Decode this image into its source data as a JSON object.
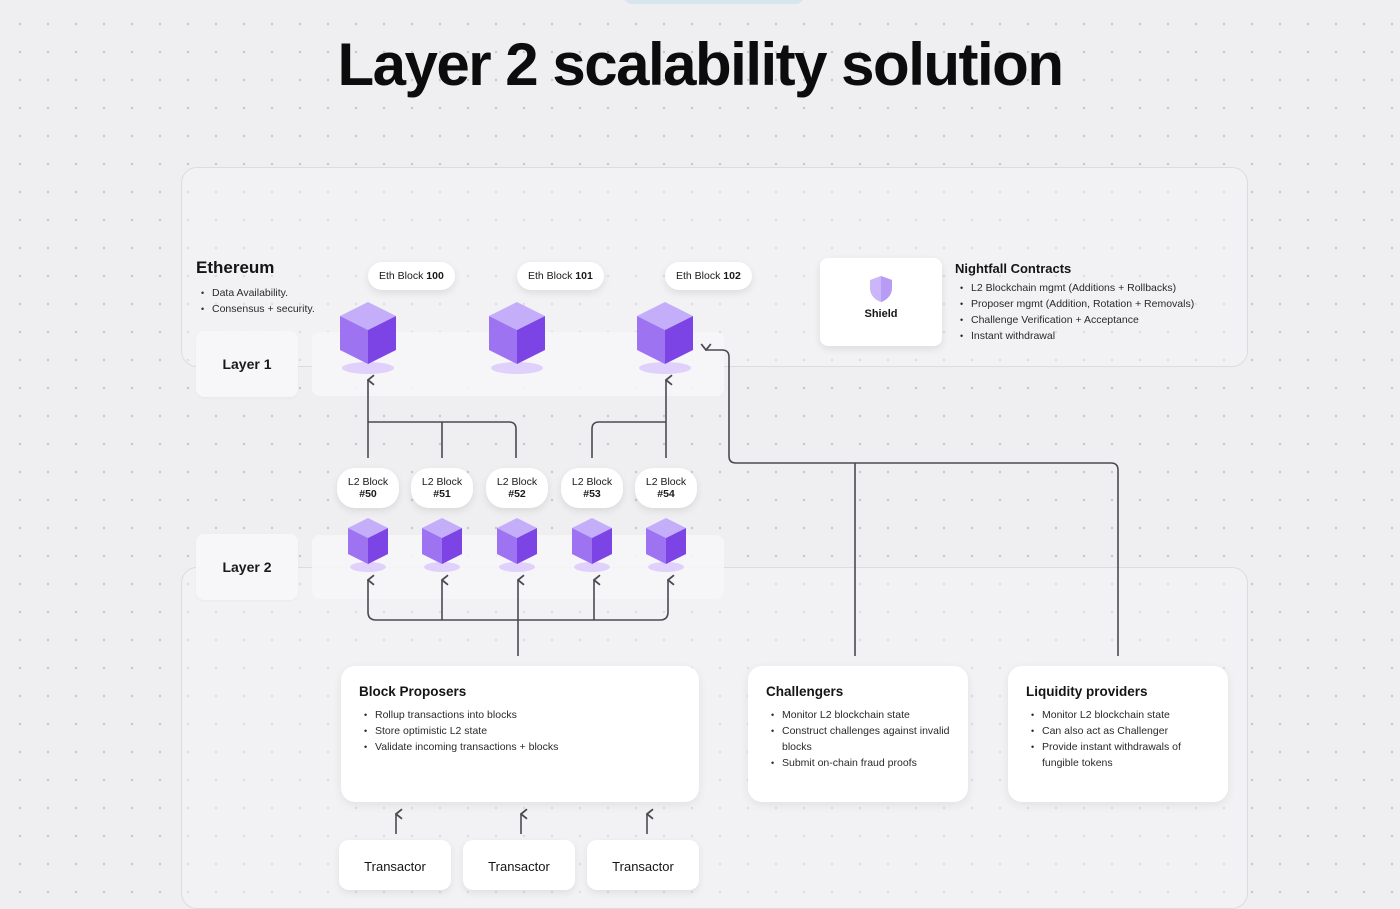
{
  "title": "Layer 2 scalability solution",
  "ethereum": {
    "heading": "Ethereum",
    "bullets": [
      "Data Availability.",
      "Consensus + security."
    ]
  },
  "layers": {
    "layer1": "Layer 1",
    "layer2": "Layer 2"
  },
  "eth_blocks": [
    {
      "prefix": "Eth Block",
      "number": "100"
    },
    {
      "prefix": "Eth Block",
      "number": "101"
    },
    {
      "prefix": "Eth Block",
      "number": "102"
    }
  ],
  "l2_blocks": [
    {
      "prefix": "L2 Block",
      "number": "#50"
    },
    {
      "prefix": "L2 Block",
      "number": "#51"
    },
    {
      "prefix": "L2 Block",
      "number": "#52"
    },
    {
      "prefix": "L2 Block",
      "number": "#53"
    },
    {
      "prefix": "L2 Block",
      "number": "#54"
    }
  ],
  "shield": {
    "label": "Shield",
    "icon": "shield-icon"
  },
  "nightfall": {
    "heading": "Nightfall Contracts",
    "bullets": [
      "L2 Blockchain mgmt (Additions + Rollbacks)",
      "Proposer mgmt (Addition, Rotation + Removals)",
      "Challenge Verification + Acceptance",
      "Instant withdrawal"
    ]
  },
  "block_proposers": {
    "heading": "Block Proposers",
    "bullets": [
      "Rollup transactions into blocks",
      "Store optimistic L2 state",
      "Validate incoming transactions + blocks"
    ]
  },
  "challengers": {
    "heading": "Challengers",
    "bullets": [
      "Monitor L2 blockchain state",
      "Construct challenges against invalid blocks",
      "Submit on-chain fraud proofs"
    ]
  },
  "liquidity": {
    "heading": "Liquidity providers",
    "bullets": [
      "Monitor L2 blockchain state",
      "Can also act as Challenger",
      "Provide instant withdrawals of fungible tokens"
    ]
  },
  "transactors": [
    "Transactor",
    "Transactor",
    "Transactor"
  ],
  "colors": {
    "cube_top": "#c4aefa",
    "cube_left": "#9d73f2",
    "cube_right": "#7c44e4",
    "connector": "#4a4a52"
  }
}
